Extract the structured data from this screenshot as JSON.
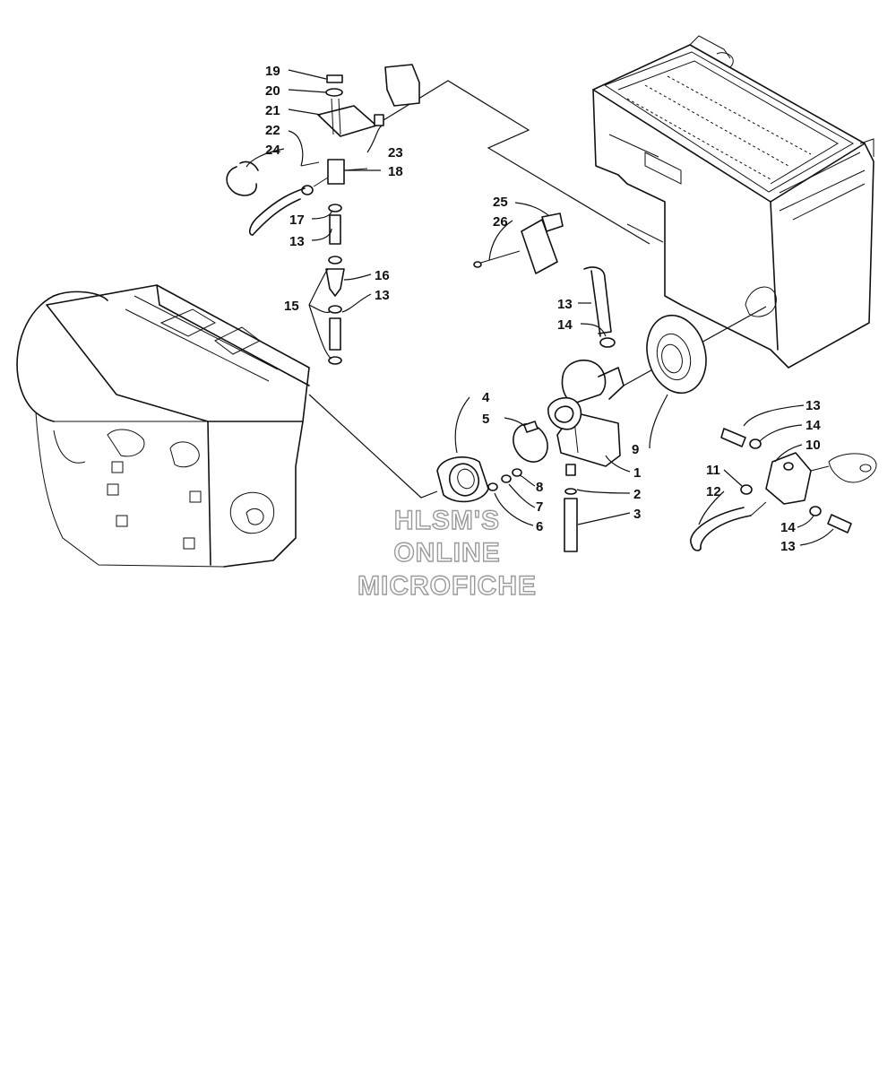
{
  "callouts": {
    "c1": "1",
    "c2": "2",
    "c3": "3",
    "c4": "4",
    "c5": "5",
    "c6": "6",
    "c7": "7",
    "c8": "8",
    "c9": "9",
    "c10": "10",
    "c11": "11",
    "c12": "12",
    "c13a": "13",
    "c13b": "13",
    "c13c": "13",
    "c13d": "13",
    "c13e": "13",
    "c14a": "14",
    "c14b": "14",
    "c14c": "14",
    "c15": "15",
    "c16": "16",
    "c17": "17",
    "c18": "18",
    "c19": "19",
    "c20": "20",
    "c21": "21",
    "c22": "22",
    "c23": "23",
    "c24": "24",
    "c25": "25",
    "c26": "26"
  },
  "watermark": {
    "line1": "HLSM'S",
    "line2": "ONLINE",
    "line3": "MICROFICHE"
  }
}
